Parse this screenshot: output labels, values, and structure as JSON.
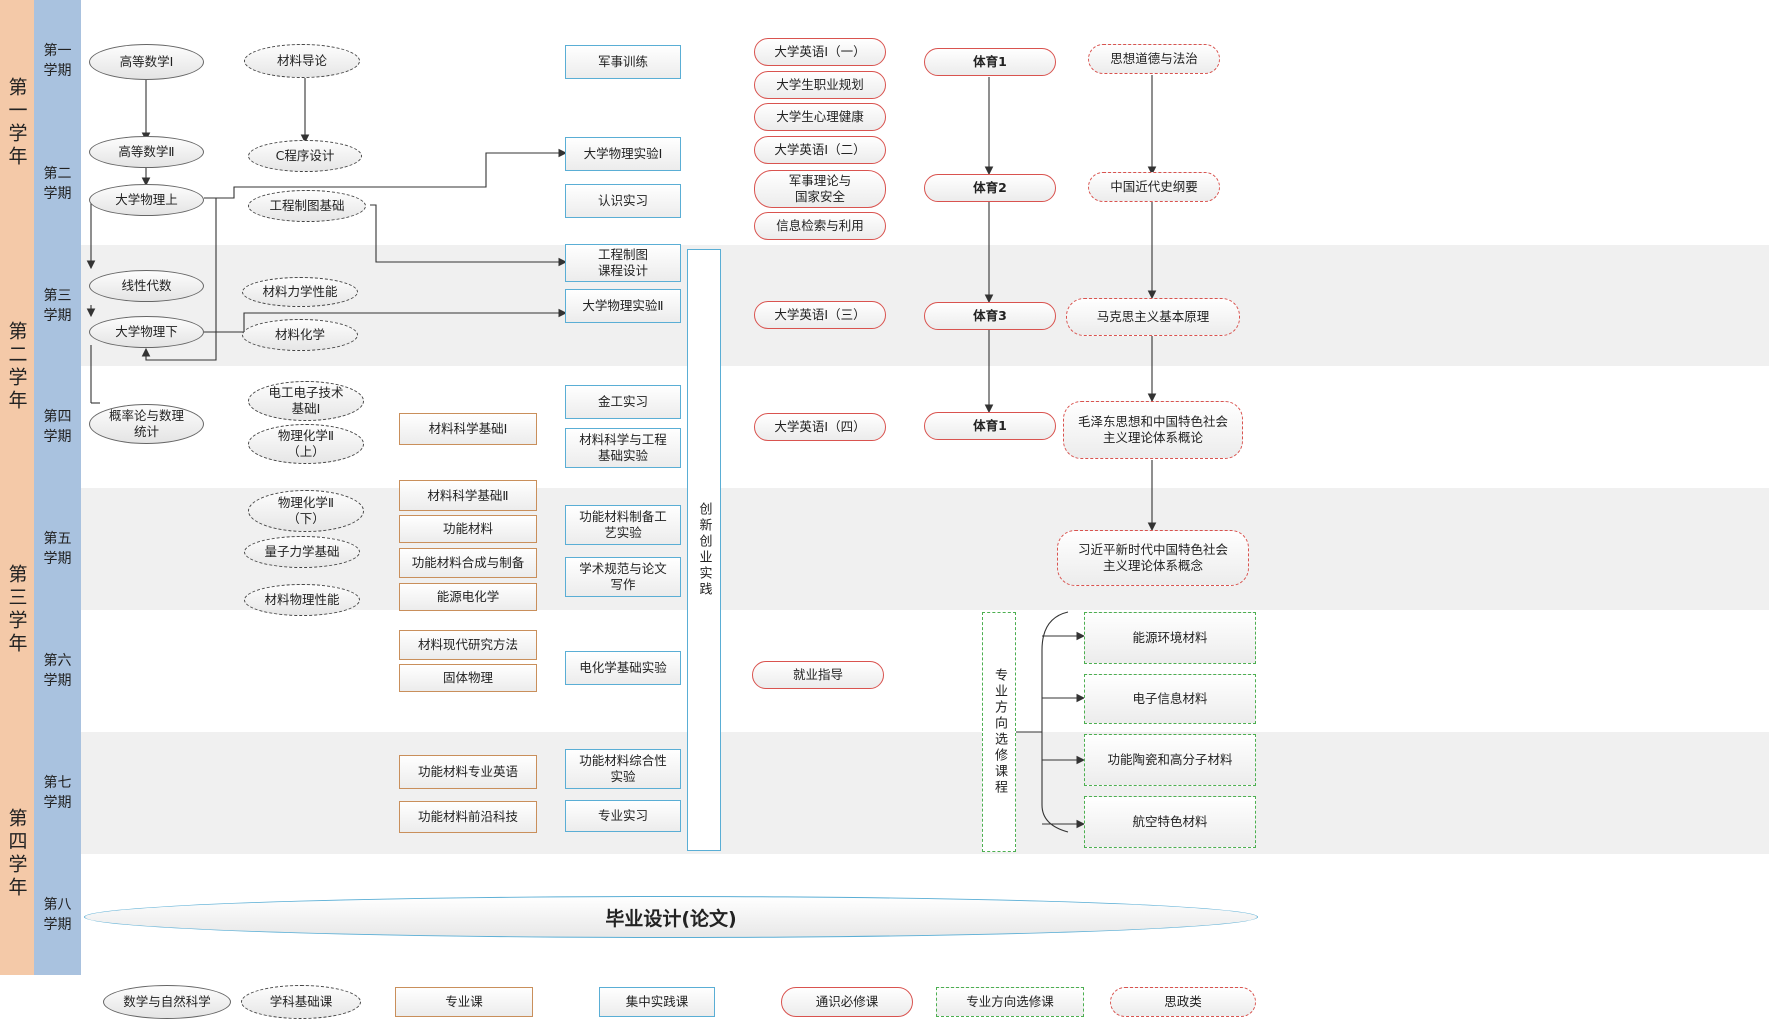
{
  "years": [
    "第一学年",
    "第二学年",
    "第三学年",
    "第四学年"
  ],
  "semesters": [
    "第一\n学期",
    "第二\n学期",
    "第三\n学期",
    "第四\n学期",
    "第五\n学期",
    "第六\n学期",
    "第七\n学期",
    "第八\n学期"
  ],
  "math": {
    "gaoshu1": "高等数学Ⅰ",
    "gaoshu2": "高等数学Ⅱ",
    "wuli_shang": "大学物理上",
    "xiandai": "线性代数",
    "wuli_xia": "大学物理下",
    "gailv": "概率论与数理\n统计"
  },
  "discipline": {
    "cailiao_daolun": "材料导论",
    "c_program": "C程序设计",
    "gongcheng_zhitu": "工程制图基础",
    "lixue": "材料力学性能",
    "huaxue": "材料化学",
    "diangong": "电工电子技术\n基础Ⅰ",
    "wuhua_shang": "物理化学Ⅱ\n（上）",
    "wuhua_xia": "物理化学Ⅱ\n（下）",
    "liangzi": "量子力学基础",
    "wuli_xingneng": "材料物理性能"
  },
  "major": {
    "jichu1": "材料科学基础Ⅰ",
    "jichu2": "材料科学基础Ⅱ",
    "gongneng": "功能材料",
    "hecheng": "功能材料合成与制备",
    "nengyuan_dianhua": "能源电化学",
    "xiandai_fangfa": "材料现代研究方法",
    "guti": "固体物理",
    "yingyu": "功能材料专业英语",
    "qianyan": "功能材料前沿科技"
  },
  "practice": {
    "junxun": "军事训练",
    "wuli_shiyan1": "大学物理实验Ⅰ",
    "renshi": "认识实习",
    "zhitu_sheji": "工程制图\n课程设计",
    "wuli_shiyan2": "大学物理实验Ⅱ",
    "jingong": "金工实习",
    "gongcheng_shiyan": "材料科学与工程\n基础实验",
    "zhibei_shiyan": "功能材料制备工\n艺实验",
    "lunwen": "学术规范与论文\n写作",
    "dianhua_shiyan": "电化学基础实验",
    "zonghe_shiyan": "功能材料综合性\n实验",
    "zhuanye_shixi": "专业实习"
  },
  "innovation": "创新创业实践",
  "general": {
    "eng1": "大学英语Ⅰ（一）",
    "zhiye": "大学生职业规划",
    "xinli": "大学生心理健康",
    "eng2": "大学英语Ⅰ（二）",
    "junshi_lilun": "军事理论与\n国家安全",
    "xinxi": "信息检索与利用",
    "eng3": "大学英语Ⅰ（三）",
    "eng4": "大学英语Ⅰ（四）",
    "jiuye": "就业指导",
    "ty1": "体育1",
    "ty2": "体育2",
    "ty3": "体育3",
    "ty4": "体育1"
  },
  "politics": {
    "sixiu": "思想道德与法治",
    "jindaishi": "中国近代史纲要",
    "makesi": "马克思主义基本原理",
    "maogai": "毛泽东思想和中国特色社会\n主义理论体系概论",
    "xi": "习近平新时代中国特色社会\n主义理论体系概念"
  },
  "elective": {
    "label": "专业方向选修课程",
    "items": [
      "能源环境材料",
      "电子信息材料",
      "功能陶瓷和高分子材料",
      "航空特色材料"
    ]
  },
  "graduation": "毕业设计(论文)",
  "legend": [
    "数学与自然科学",
    "学科基础课",
    "专业课",
    "集中实践课",
    "通识必修课",
    "专业方向选修课",
    "思政类"
  ]
}
